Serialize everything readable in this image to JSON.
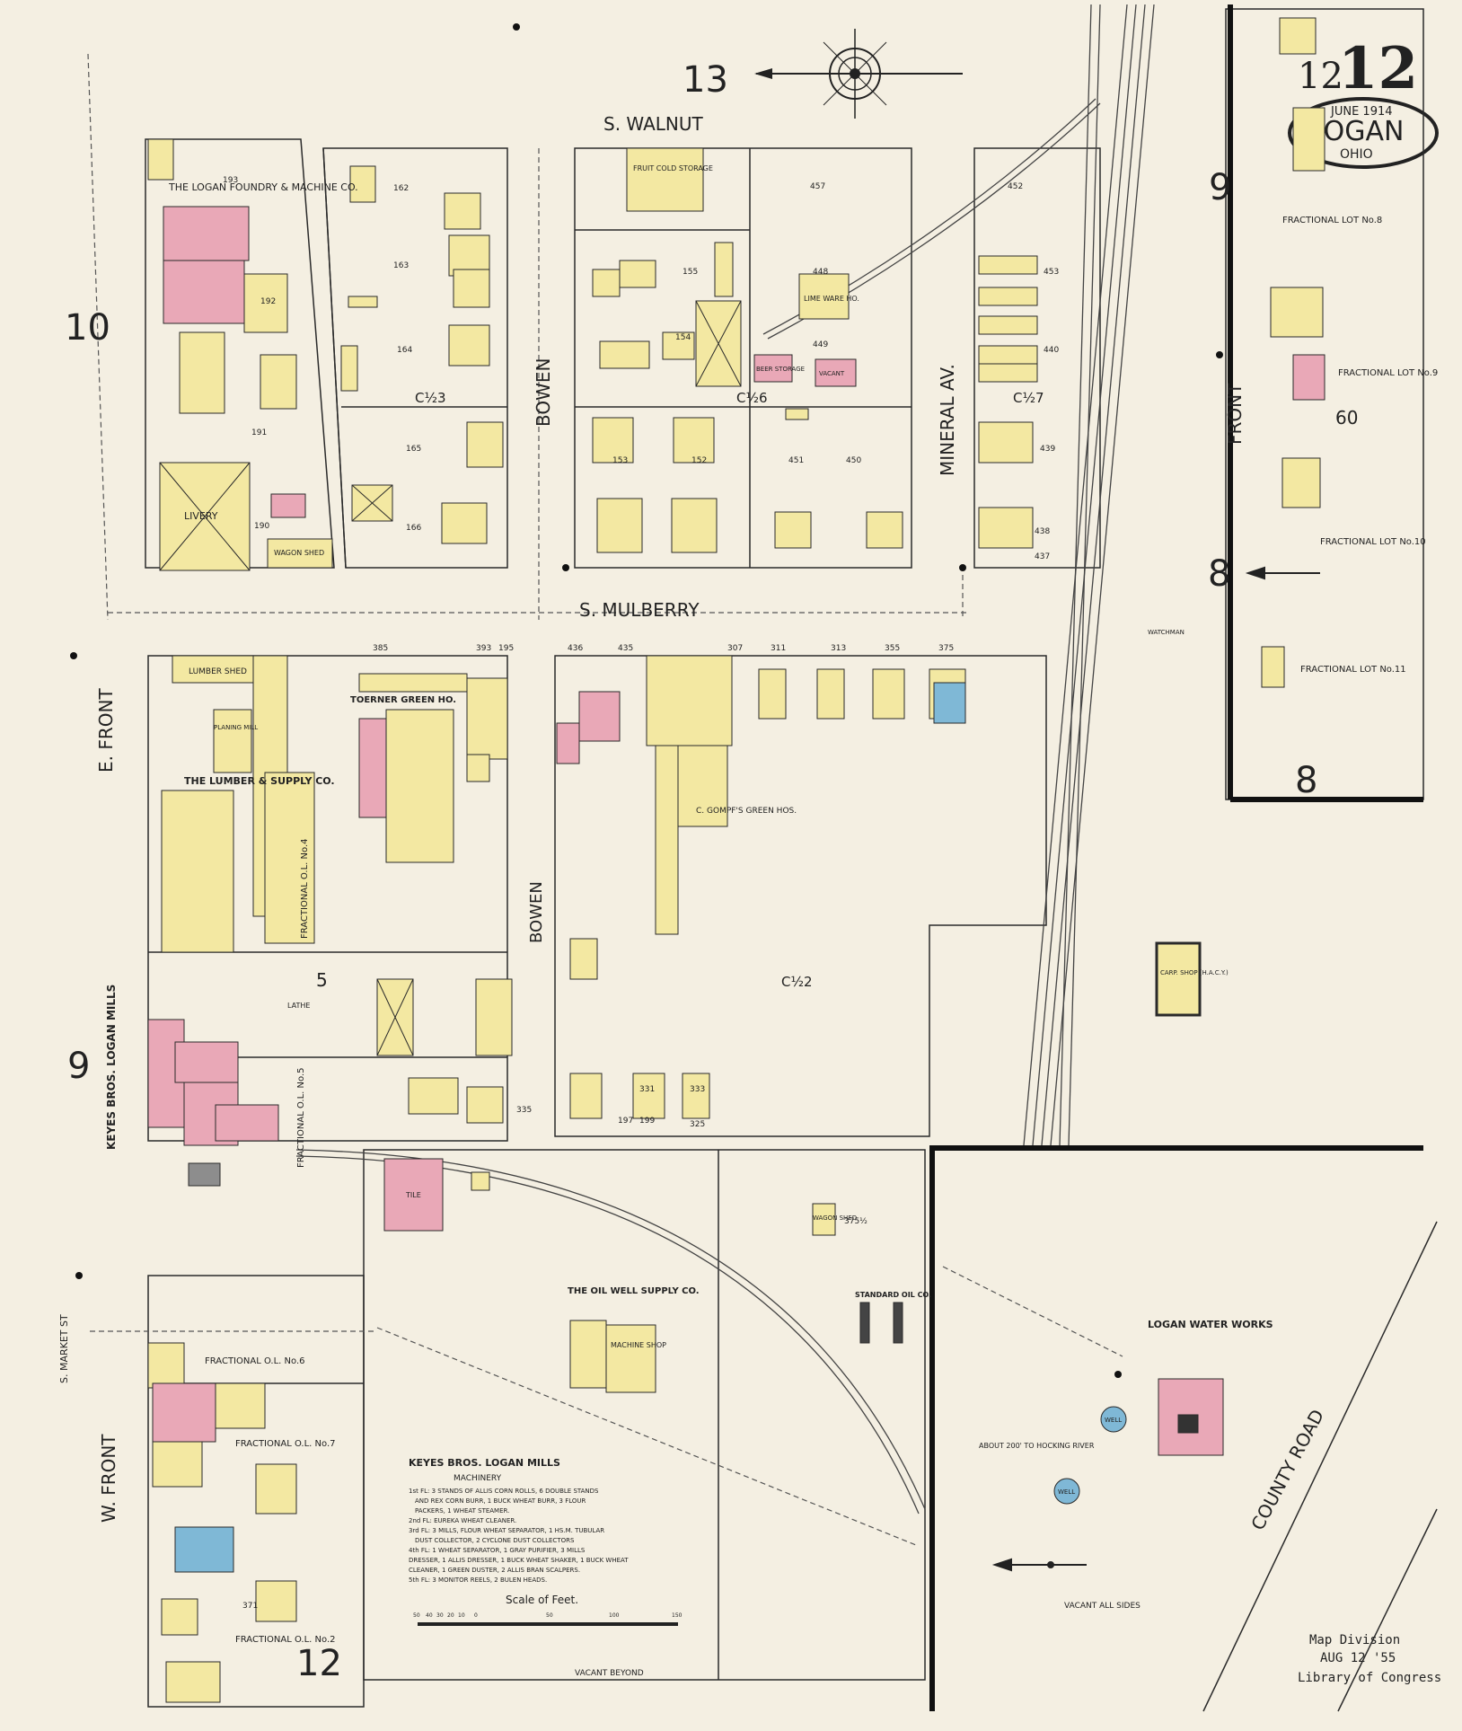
{
  "sheet": {
    "number": "12",
    "small_number": "12",
    "date": "JUNE 1914",
    "city": "LOGAN",
    "state": "OHIO"
  },
  "streets": {
    "walnut": "S. WALNUT",
    "mulberry": "S. MULBERRY",
    "bowen_north": "BOWEN",
    "bowen_south": "BOWEN",
    "mineral": "MINERAL AV.",
    "front_east": "E. FRONT",
    "front_west": "W. FRONT",
    "front_right": "FRONT",
    "county_road": "COUNTY ROAD",
    "market": "S. MARKET ST"
  },
  "adjacent_sheets": [
    "13",
    "10",
    "9",
    "12",
    "9",
    "8",
    "8",
    "60",
    "5"
  ],
  "labels": {
    "foundry_title": "THE LOGAN FOUNDRY & MACHINE CO.",
    "livery": "LIVERY",
    "wagon_shed": "WAGON SHED",
    "fruit_cold_storage": "FRUIT COLD STORAGE",
    "lime_ware_ho": "LIME WARE HO.",
    "beer_storage": "BEER STORAGE",
    "vacant": "VACANT",
    "lumber_shed": "LUMBER SHED",
    "planing_mill": "PLANING MILL",
    "lumber_supply": "THE LUMBER & SUPPLY CO.",
    "toerner_green": "TOERNER GREEN HO.",
    "gompfs": "C. GOMPF'S GREEN HOS.",
    "keyes_bros": "KEYES BROS. LOGAN MILLS",
    "oil_well": "THE OIL WELL SUPPLY CO.",
    "machine_shop": "MACHINE SHOP",
    "standard_oil": "STANDARD OIL CO.",
    "water_works": "LOGAN WATER WORKS",
    "carp_shop": "CARP. SHOP (H.A.C.Y.)",
    "well": "WELL",
    "vacant_all_sides": "VACANT ALL SIDES",
    "vacant_beyond": "VACANT BEYOND",
    "about_river": "ABOUT 200' TO HOCKING RIVER",
    "watchman": "WATCHMAN",
    "cv2": "C½2",
    "cv3": "C½3",
    "cv6": "C½6",
    "cv7": "C½7",
    "lathe": "LATHE",
    "wagon_shed_2": "WAGON SHED",
    "tile": "TILE"
  },
  "fractional_lots": [
    "FRACTIONAL LOT No.8",
    "FRACTIONAL LOT No.9",
    "FRACTIONAL LOT No.10",
    "FRACTIONAL LOT No.11",
    "FRACTIONAL O.L. No.6",
    "FRACTIONAL O.L. No.7",
    "FRACTIONAL O.L. No.2",
    "FRACTIONAL O.L. No.4",
    "FRACTIONAL O.L. No.5"
  ],
  "machinery": {
    "title": "KEYES BROS. LOGAN MILLS",
    "subtitle": "MACHINERY",
    "lines": [
      "1st FL: 3 STANDS OF ALLIS CORN ROLLS, 6 DOUBLE STANDS",
      "AND REX CORN BURR, 1 BUCK WHEAT BURR, 3 FLOUR",
      "PACKERS, 1 WHEAT STEAMER.",
      "2nd FL: EUREKA WHEAT CLEANER.",
      "3rd FL: 3 MILLS, FLOUR WHEAT SEPARATOR, 1 HS.M. TUBULAR",
      "DUST COLLECTOR, 2 CYCLONE DUST COLLECTORS",
      "4th FL: 1 WHEAT SEPARATOR, 1 GRAY PURIFIER, 3 MILLS",
      "DRESSER, 1 ALLIS DRESSER, 1 BUCK WHEAT SHAKER, 1 BUCK WHEAT",
      "CLEANER, 1 GREEN DUSTER, 2 ALLIS BRAN SCALPERS.",
      "5th FL: 3 MONITOR REELS, 2 BULEN HEADS."
    ]
  },
  "scale": {
    "title": "Scale of Feet.",
    "ticks": [
      "50",
      "40",
      "30",
      "20",
      "10",
      "0",
      "50",
      "100",
      "150"
    ]
  },
  "stamp": {
    "line1": "Map Division",
    "line2": "AUG 12 '55",
    "line3": "Library of Congress"
  },
  "address_numbers": [
    "193",
    "192",
    "191",
    "190",
    "162",
    "163",
    "164",
    "165",
    "166",
    "155",
    "154",
    "153",
    "152",
    "457",
    "448",
    "449",
    "450",
    "451",
    "452",
    "453",
    "440",
    "439",
    "438",
    "437",
    "436",
    "435",
    "307",
    "311",
    "313",
    "355",
    "375",
    "385",
    "393",
    "195",
    "197",
    "199",
    "325",
    "331",
    "333",
    "335",
    "375½",
    "371"
  ],
  "colors": {
    "paper": "#f4efe2",
    "frame_yellow": "#f3e8a2",
    "brick_pink": "#e9a8b7",
    "stone_blue": "#7fb8d6",
    "ink": "#2a2a2a",
    "gray": "#8d8d8d"
  }
}
